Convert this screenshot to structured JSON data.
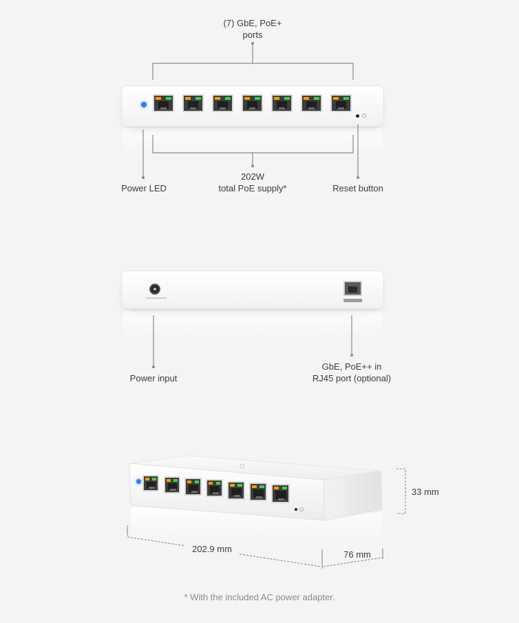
{
  "section1": {
    "ports_label_line1": "(7) GbE, PoE+",
    "ports_label_line2": "ports",
    "power_led_label": "Power LED",
    "poe_supply_line1": "202W",
    "poe_supply_line2": "total PoE supply*",
    "reset_button_label": "Reset button"
  },
  "section2": {
    "power_input_label": "Power input",
    "uplink_label_line1": "GbE, PoE++ in",
    "uplink_label_line2": "RJ45 port (optional)"
  },
  "section3": {
    "height_label": "33 mm",
    "width_label": "202.9 mm",
    "depth_label": "76 mm"
  },
  "footnote": "* With the included AC power adapter.",
  "colors": {
    "background": "#f4f4f4",
    "led_blue": "#2f7fe0",
    "port_led_green": "#39d353",
    "port_led_amber": "#f2a000"
  }
}
